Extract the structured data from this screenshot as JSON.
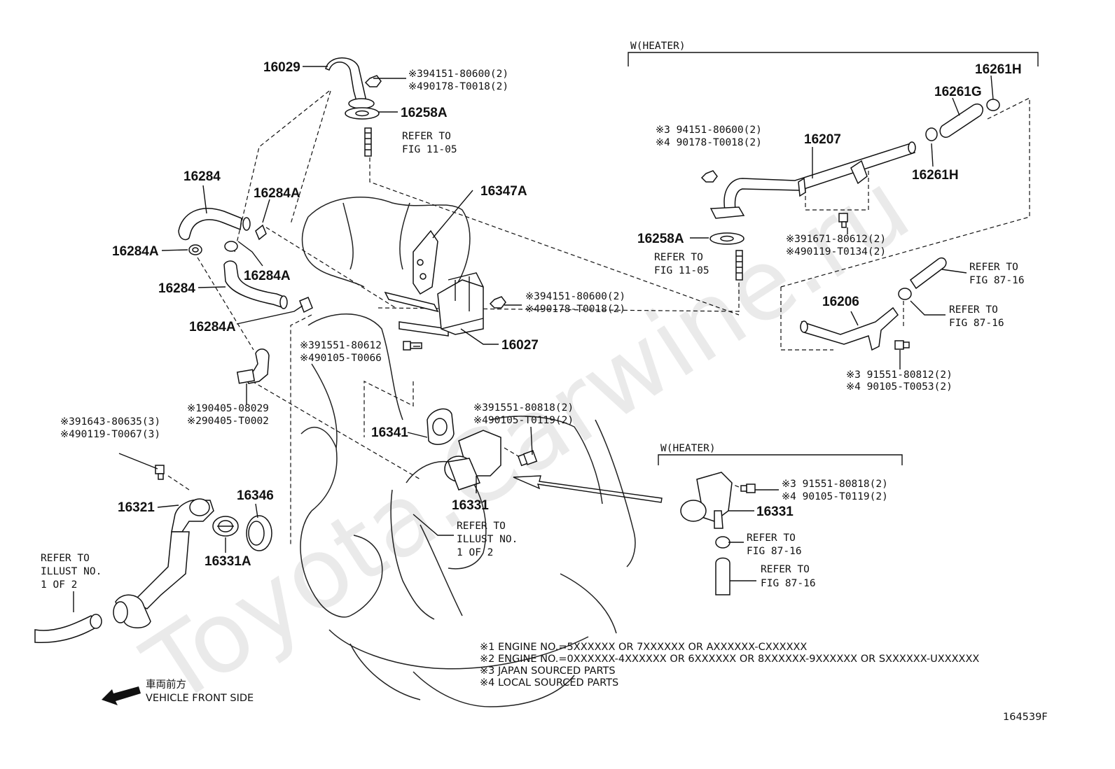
{
  "watermark": "Toyota.Carwine.ru",
  "headers": {
    "heater_top": "W(HEATER)",
    "heater_bottom": "W(HEATER)"
  },
  "parts": {
    "p16029": "16029",
    "p16258A_top": "16258A",
    "p16284_upper": "16284",
    "p16284A_top": "16284A",
    "p16284A_left": "16284A",
    "p16284A_mid": "16284A",
    "p16284_lower": "16284",
    "p16284A_lower": "16284A",
    "p16347A": "16347A",
    "p16027": "16027",
    "p16341": "16341",
    "p16331_center": "16331",
    "p16321": "16321",
    "p16346": "16346",
    "p16331A": "16331A",
    "p16207": "16207",
    "p16261H_top": "16261H",
    "p16261G": "16261G",
    "p16261H_mid": "16261H",
    "p16258A_right": "16258A",
    "p16206": "16206",
    "p16331_right": "16331",
    "code": "164539F"
  },
  "callouts": {
    "nut_top_1": "※394151-80600(2)",
    "nut_top_2": "※490178-T0018(2)",
    "nut_mid_1": "※394151-80600(2)",
    "nut_mid_2": "※490178-T0018(2)",
    "bolt_16027_1": "※391551-80612",
    "bolt_16027_2": "※490105-T0066",
    "clamp_1": "※190405-08029",
    "clamp_2": "※290405-T0002",
    "bolt_16321_1": "※391643-80635(3)",
    "bolt_16321_2": "※490119-T0067(3)",
    "bolt_16331_1": "※391551-80818(2)",
    "bolt_16331_2": "※490105-T0119(2)",
    "heater_nut_1": "※3 94151-80600(2)",
    "heater_nut_2": "※4 90178-T0018(2)",
    "heater_bolt_1": "※391671-80612(2)",
    "heater_bolt_2": "※490119-T0134(2)",
    "bolt_16206_1": "※3 91551-80812(2)",
    "bolt_16206_2": "※4 90105-T0053(2)",
    "bolt_16331r_1": "※3 91551-80818(2)",
    "bolt_16331r_2": "※4 90105-T0119(2)"
  },
  "refers": {
    "fig1105_top": [
      "REFER TO",
      "FIG 11-05"
    ],
    "fig1105_right": [
      "REFER TO",
      "FIG 11-05"
    ],
    "fig8716_a": [
      "REFER TO",
      "FIG 87-16"
    ],
    "fig8716_b": [
      "REFER TO",
      "FIG 87-16"
    ],
    "fig8716_c": [
      "REFER TO",
      "FIG 87-16"
    ],
    "fig8716_d": [
      "REFER TO",
      "FIG 87-16"
    ],
    "illust_center": [
      "REFER TO",
      "ILLUST NO.",
      "1 OF 2"
    ],
    "illust_left": [
      "REFER TO",
      "ILLUST NO.",
      "1 OF 2"
    ]
  },
  "notes": [
    "※1 ENGINE NO.=5XXXXXX OR 7XXXXXX OR AXXXXXX-CXXXXXX",
    "※2 ENGINE NO.=0XXXXXX-4XXXXXX OR 6XXXXXX OR 8XXXXXX-9XXXXXX OR SXXXXXX-UXXXXXX",
    "※3 JAPAN SOURCED PARTS",
    "※4 LOCAL SOURCED PARTS"
  ],
  "front": {
    "jp": "車両前方",
    "en": "VEHICLE FRONT SIDE"
  }
}
